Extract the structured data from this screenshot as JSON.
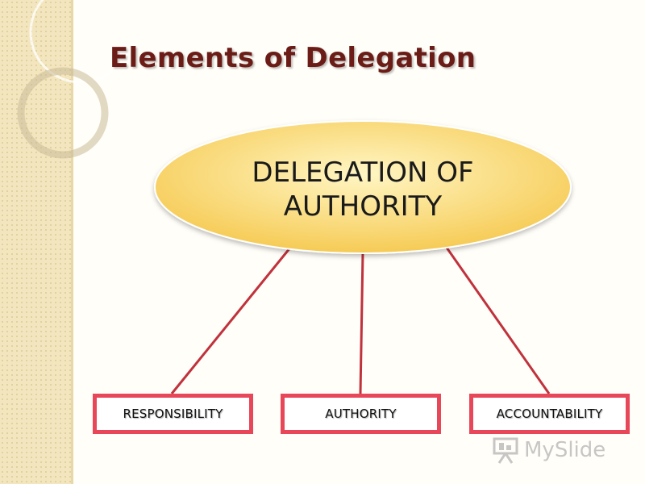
{
  "slide": {
    "title": "Elements of Delegation"
  },
  "diagram": {
    "root": {
      "label": "DELEGATION OF\nAUTHORITY"
    },
    "children": [
      {
        "label": "RESPONSIBILITY"
      },
      {
        "label": "AUTHORITY"
      },
      {
        "label": "ACCOUNTABILITY"
      }
    ],
    "colors": {
      "ellipse_light": "#fff3b0",
      "ellipse_dark": "#f5c84c",
      "connector": "#c0323c",
      "box_border": "#e8475a",
      "title": "#6b1c17"
    }
  },
  "watermark": {
    "text": "MySlide",
    "icon": "presentation-board-icon"
  }
}
